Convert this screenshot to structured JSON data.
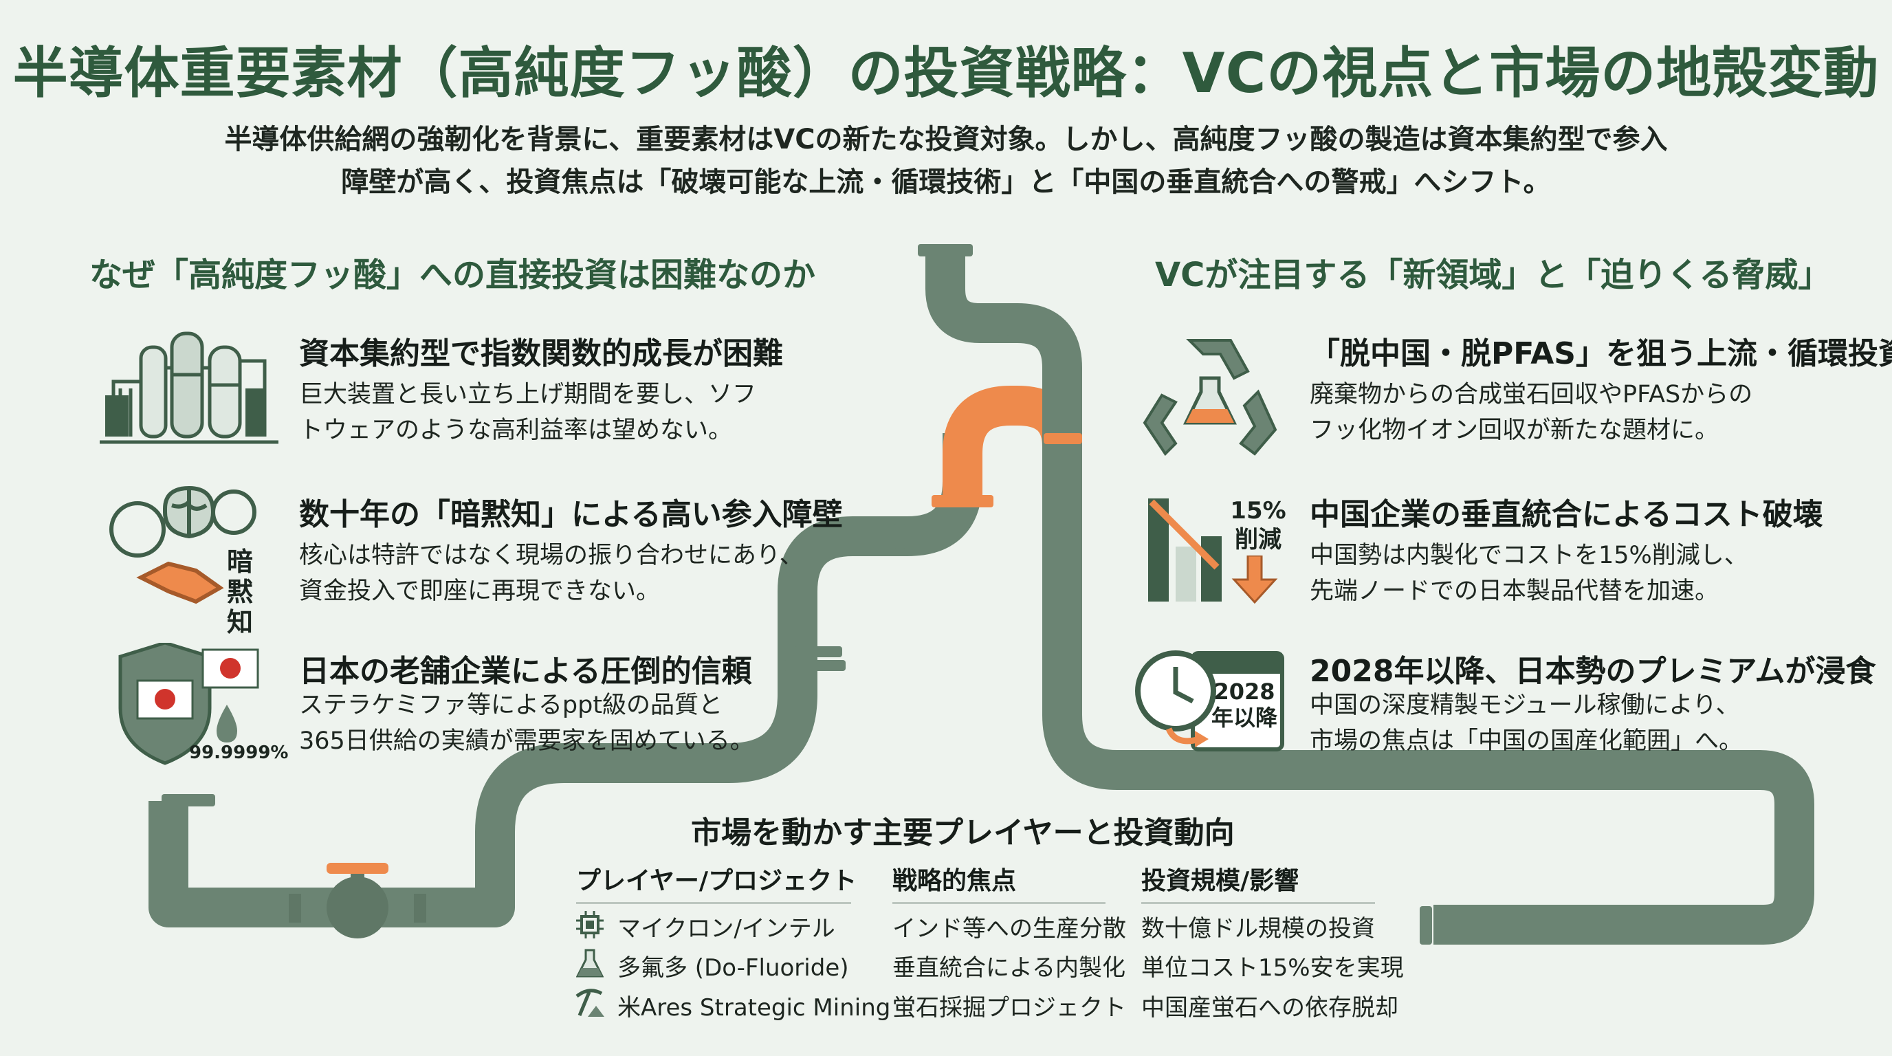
{
  "header": {
    "title": "半導体重要素材（高純度フッ酸）の投資戦略：VCの視点と市場の地殻変動",
    "subtitle_line1": "半導体供給網の強靭化を背景に、重要素材はVCの新たな投資対象。しかし、高純度フッ酸の製造は資本集約型で参入",
    "subtitle_line2": "障壁が高く、投資焦点は「破壊可能な上流・循環技術」と「中国の垂直統合への警戒」へシフト。"
  },
  "left_section": {
    "heading": "なぜ「高純度フッ酸」への直接投資は困難なのか",
    "items": [
      {
        "icon": "factory-icon",
        "title": "資本集約型で指数関数的成長が困難",
        "desc": "巨大装置と長い立ち上げ期間を要し、ソフ\nトウェアのような高利益率は望めない。"
      },
      {
        "icon": "tacit-knowledge-icon",
        "icon_label": "暗黙知",
        "title": "数十年の「暗黙知」による高い参入障壁",
        "desc": "核心は特許ではなく現場の振り合わせにあり、\n資金投入で即座に再現できない。"
      },
      {
        "icon": "japan-shield-icon",
        "icon_label": "99.9999%",
        "title": "日本の老舗企業による圧倒的信頼",
        "desc": "ステラケミファ等によるppt級の品質と\n365日供給の実績が需要家を固めている。"
      }
    ]
  },
  "right_section": {
    "heading": "VCが注目する「新領域」と「迫りくる脅威」",
    "items": [
      {
        "icon": "recycle-flask-icon",
        "title": "「脱中国・脱PFAS」を狙う上流・循環投資",
        "desc": "廃棄物からの合成蛍石回収やPFASからの\nフッ化物イオン回収が新たな題材に。"
      },
      {
        "icon": "cost-down-chart-icon",
        "icon_label_1": "15%",
        "icon_label_2": "削減",
        "cost_reduction_pct": 15,
        "title": "中国企業の垂直統合によるコスト破壊",
        "desc": "中国勢は内製化でコストを15%削減し、\n先端ノードでの日本製品代替を加速。"
      },
      {
        "icon": "clock-calendar-icon",
        "icon_label_1": "2028",
        "icon_label_2": "年以降",
        "title": "2028年以降、日本勢のプレミアムが浸食",
        "desc": "中国の深度精製モジュール稼働により、\n市場の焦点は「中国の国産化範囲」へ。"
      }
    ]
  },
  "players_table": {
    "title": "市場を動かす主要プレイヤーと投資動向",
    "columns": [
      "プレイヤー/プロジェクト",
      "戦略的焦点",
      "投資規模/影響"
    ],
    "rows": [
      {
        "icon": "chip-icon",
        "player": "マイクロン/インテル",
        "focus": "インド等への生産分散",
        "scale": "数十億ドル規模の投資"
      },
      {
        "icon": "flask-icon",
        "player": "多氟多 (Do-Fluoride)",
        "focus": "垂直統合による内製化",
        "scale": "単位コスト15%安を実現"
      },
      {
        "icon": "pickaxe-icon",
        "player": "米Ares Strategic Mining",
        "focus": "蛍石採掘プロジェクト",
        "scale": "中国産蛍石への依存脱却"
      }
    ]
  },
  "colors": {
    "pipe": "#6b8473",
    "pipe_accent": "#ee8a4c",
    "heading_green": "#2f5a3d",
    "background": "#eef3ee"
  }
}
